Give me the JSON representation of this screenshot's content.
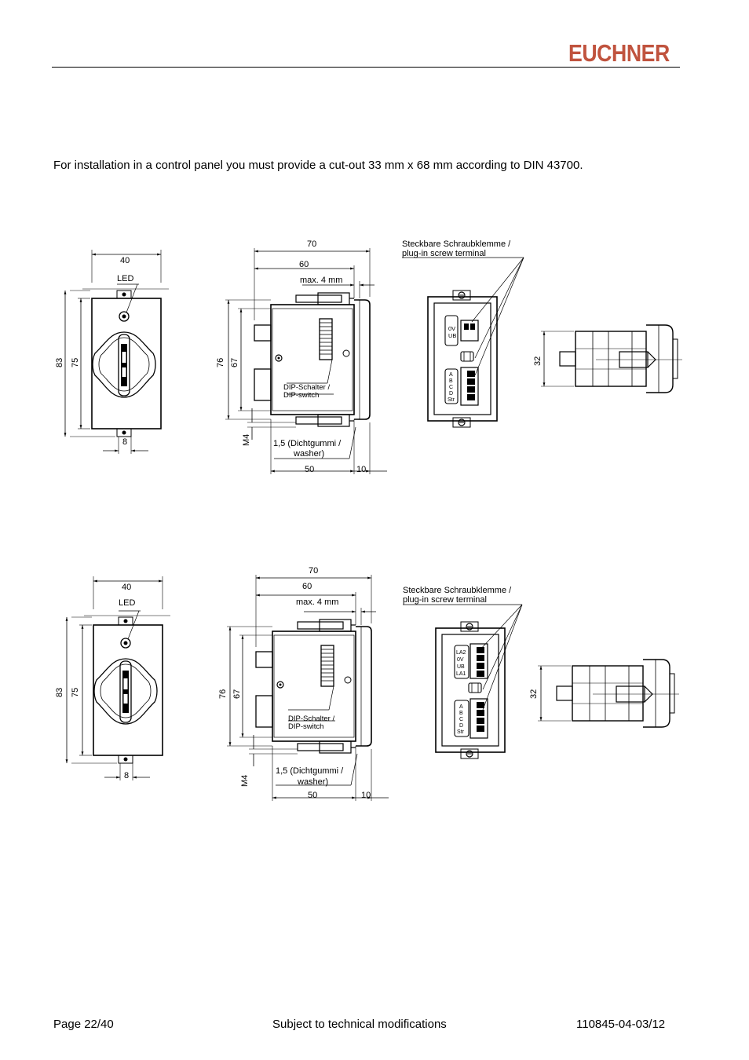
{
  "header": {
    "logo_text": "EUCHNER"
  },
  "intro_text": "For installation in a control panel you must provide a cut-out 33 mm x 68 mm according to DIN 43700.",
  "drawing1": {
    "front": {
      "width": "40",
      "led": "LED",
      "height_outer": "83",
      "height_inner": "75",
      "bottom": "8"
    },
    "side": {
      "width_total": "70",
      "width_60": "60",
      "max": "max. 4 mm",
      "h76": "76",
      "h67": "67",
      "dip_1": "DIP-Schalter /",
      "dip_2": "DIP-switch",
      "m4": "M4",
      "washer_1": "1,5 (Dichtgummi /",
      "washer_2": "washer)",
      "depth_50": "50",
      "depth_10": "10"
    },
    "rear": {
      "terminal_1": "Steckbare Schraubklemme /",
      "terminal_2": "plug-in screw terminal",
      "t1": "0V",
      "t2": "UB",
      "s1": "A",
      "s2": "B",
      "s3": "C",
      "s4": "D",
      "s5": "Str"
    },
    "top": {
      "h32": "32"
    }
  },
  "drawing2": {
    "front": {
      "width": "40",
      "led": "LED",
      "height_outer": "83",
      "height_inner": "75",
      "bottom": "8"
    },
    "side": {
      "width_total": "70",
      "width_60": "60",
      "max": "max. 4 mm",
      "h76": "76",
      "h67": "67",
      "dip_1": "DIP-Schalter /",
      "dip_2": "DIP-switch",
      "m4": "M4",
      "washer_1": "1,5 (Dichtgummi /",
      "washer_2": "washer)",
      "depth_50": "50",
      "depth_10": "10"
    },
    "rear": {
      "terminal_1": "Steckbare Schraubklemme /",
      "terminal_2": "plug-in screw terminal",
      "t1": "LA2",
      "t2": "0V",
      "t3": "UB",
      "t4": "LA1",
      "s1": "A",
      "s2": "B",
      "s3": "C",
      "s4": "D",
      "s5": "Str"
    },
    "top": {
      "h32": "32"
    }
  },
  "footer": {
    "page": "Page 22/40",
    "notice": "Subject to technical modifications",
    "doc_no": "110845-04-03/12"
  }
}
